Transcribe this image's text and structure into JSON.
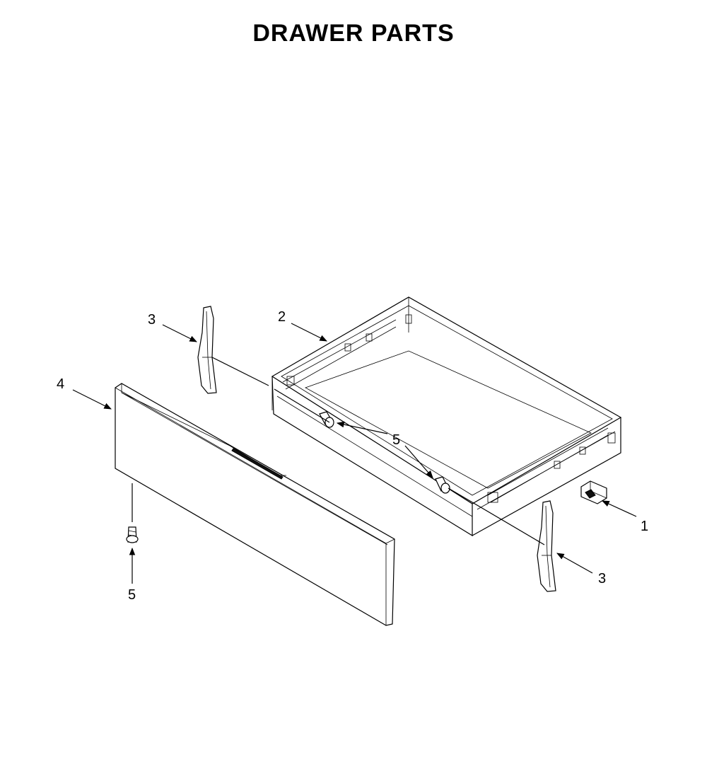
{
  "title": "DRAWER PARTS",
  "callouts": [
    {
      "id": "c1",
      "label": "1"
    },
    {
      "id": "c2",
      "label": "2"
    },
    {
      "id": "c3a",
      "label": "3"
    },
    {
      "id": "c3b",
      "label": "3"
    },
    {
      "id": "c4",
      "label": "4"
    },
    {
      "id": "c5a",
      "label": "5"
    },
    {
      "id": "c5b",
      "label": "5"
    }
  ]
}
